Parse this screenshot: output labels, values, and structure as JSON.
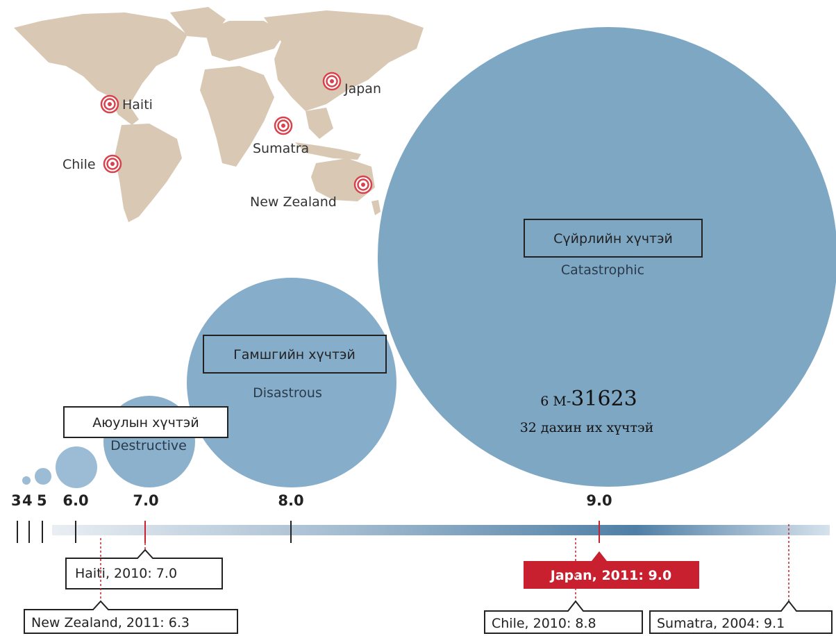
{
  "colors": {
    "circle_fill": "#7ea7c4",
    "circle_fill_light": "#9bbcd4",
    "land": "#d9c8b4",
    "quake_marker": "#d8424c",
    "highlight": "#c8202e",
    "scale_bar": "#4f7fa6"
  },
  "map": {
    "markers": [
      {
        "label": "Haiti",
        "icon": "quake-marker-icon"
      },
      {
        "label": "Japan",
        "icon": "quake-marker-icon"
      },
      {
        "label": "Sumatra",
        "icon": "quake-marker-icon"
      },
      {
        "label": "Chile",
        "icon": "quake-marker-icon"
      },
      {
        "label": "New Zealand",
        "icon": "quake-marker-icon"
      }
    ]
  },
  "scale": {
    "small_ticks": [
      "3",
      "4",
      "5"
    ],
    "major_ticks": [
      "6.0",
      "7.0",
      "8.0",
      "9.0"
    ]
  },
  "circles": {
    "destructive": {
      "title": "Аюулын хүчтэй",
      "subtitle": "Destructive",
      "magnitude": 7.0
    },
    "disastrous": {
      "title": "Гамшгийн хүчтэй",
      "subtitle": "Disastrous",
      "magnitude": 8.0
    },
    "catastrophic": {
      "title": "Сүйрлийн хүчтэй",
      "subtitle": "Catastrophic",
      "magnitude": 9.0
    }
  },
  "ratio_note": {
    "prefix": "6 М-",
    "value": "31623",
    "line2": "32 дахин их хүчтэй"
  },
  "callouts": [
    {
      "text": "Haiti, 2010: 7.0",
      "magnitude": 7.0
    },
    {
      "text": "New Zealand, 2011: 6.3",
      "magnitude": 6.3
    },
    {
      "text": "Japan, 2011: 9.0",
      "magnitude": 9.0,
      "highlight": true
    },
    {
      "text": "Chile, 2010: 8.8",
      "magnitude": 8.8
    },
    {
      "text": "Sumatra, 2004: 9.1",
      "magnitude": 9.1
    }
  ]
}
